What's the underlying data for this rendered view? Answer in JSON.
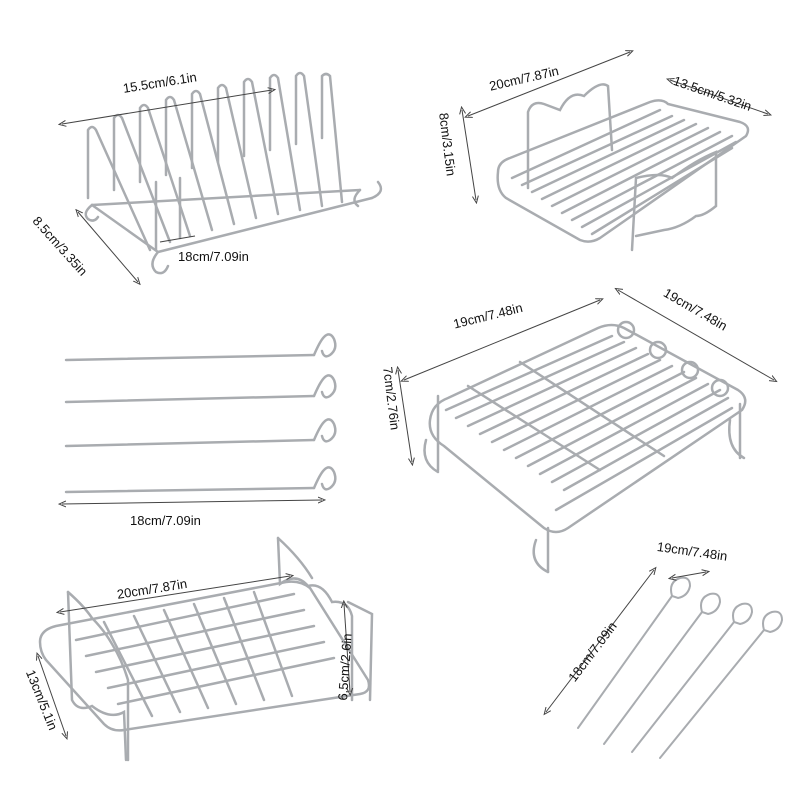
{
  "colors": {
    "metal": "#a9acb0",
    "metal_dark": "#7d8186",
    "dimension_line": "#444444",
    "background": "#ffffff"
  },
  "labels": {
    "rack1_width": "15.5cm/6.1in",
    "rack1_depth": "8.5cm/3.35in",
    "rack1_length": "18cm/7.09in",
    "rack2_width": "20cm/7.87in",
    "rack2_depth": "13.5cm/5.32in",
    "rack2_height": "8cm/3.15in",
    "rack3_width": "19cm/7.48in",
    "rack3_depth": "19cm/7.48in",
    "rack3_height": "7cm/2.76in",
    "skewers_length": "18cm/7.09in",
    "rack4_width": "20cm/7.87in",
    "rack4_depth": "13cm/5.1in",
    "rack4_height": "6.5cm/2.6in",
    "skewers2_spacing": "19cm/7.48in",
    "skewers2_length": "18cm/7.09in"
  }
}
